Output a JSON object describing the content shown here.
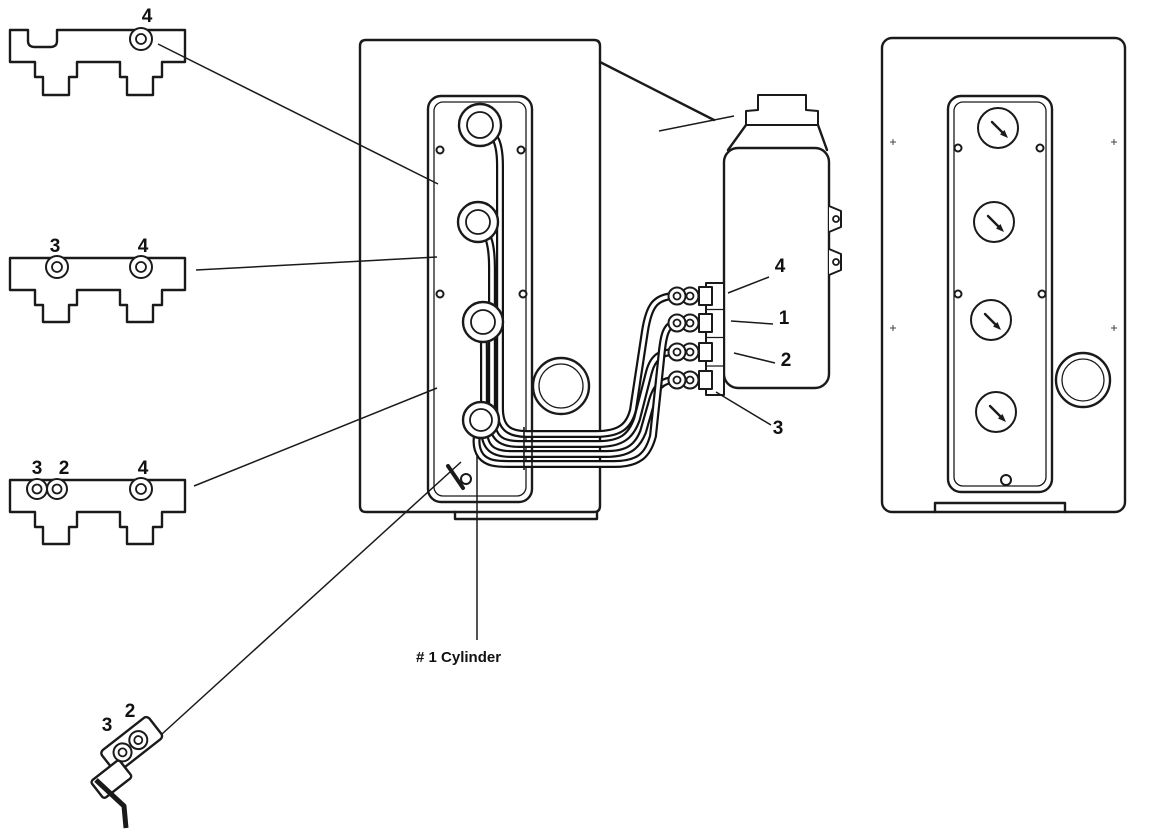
{
  "labels": {
    "retainer_top": [
      "4"
    ],
    "retainer_middle": [
      "3",
      "4"
    ],
    "retainer_lower": [
      "3",
      "2",
      "4"
    ],
    "clip_bottom": [
      "3",
      "2"
    ],
    "coil_terminals": [
      "4",
      "1",
      "2",
      "3"
    ],
    "cylinder_note": "# 1 Cylinder"
  }
}
